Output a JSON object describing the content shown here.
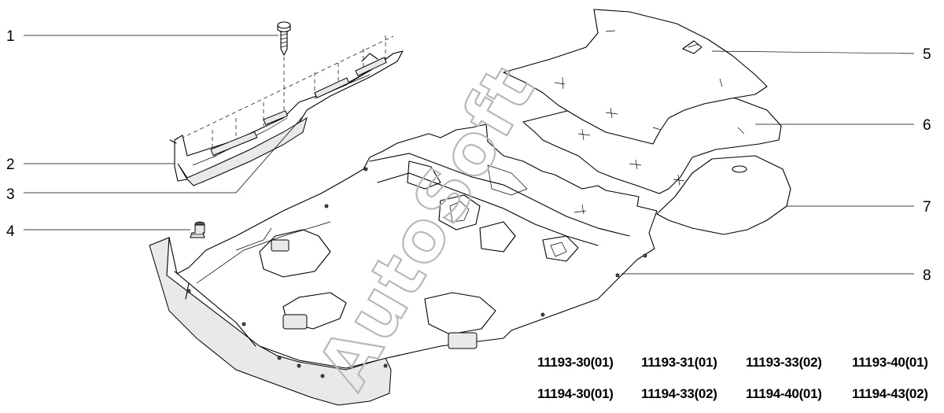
{
  "watermark": "AutoSoft",
  "callouts": [
    {
      "id": "1",
      "label": "1"
    },
    {
      "id": "2",
      "label": "2"
    },
    {
      "id": "3",
      "label": "3"
    },
    {
      "id": "4",
      "label": "4"
    },
    {
      "id": "5",
      "label": "5"
    },
    {
      "id": "6",
      "label": "6"
    },
    {
      "id": "7",
      "label": "7"
    },
    {
      "id": "8",
      "label": "8"
    }
  ],
  "model_codes": {
    "row1": [
      "11193-30(01)",
      "11193-31(01)",
      "11193-33(02)",
      "11193-40(01)"
    ],
    "row2": [
      "11194-30(01)",
      "11194-33(02)",
      "11194-40(01)",
      "11194-43(02)"
    ]
  }
}
